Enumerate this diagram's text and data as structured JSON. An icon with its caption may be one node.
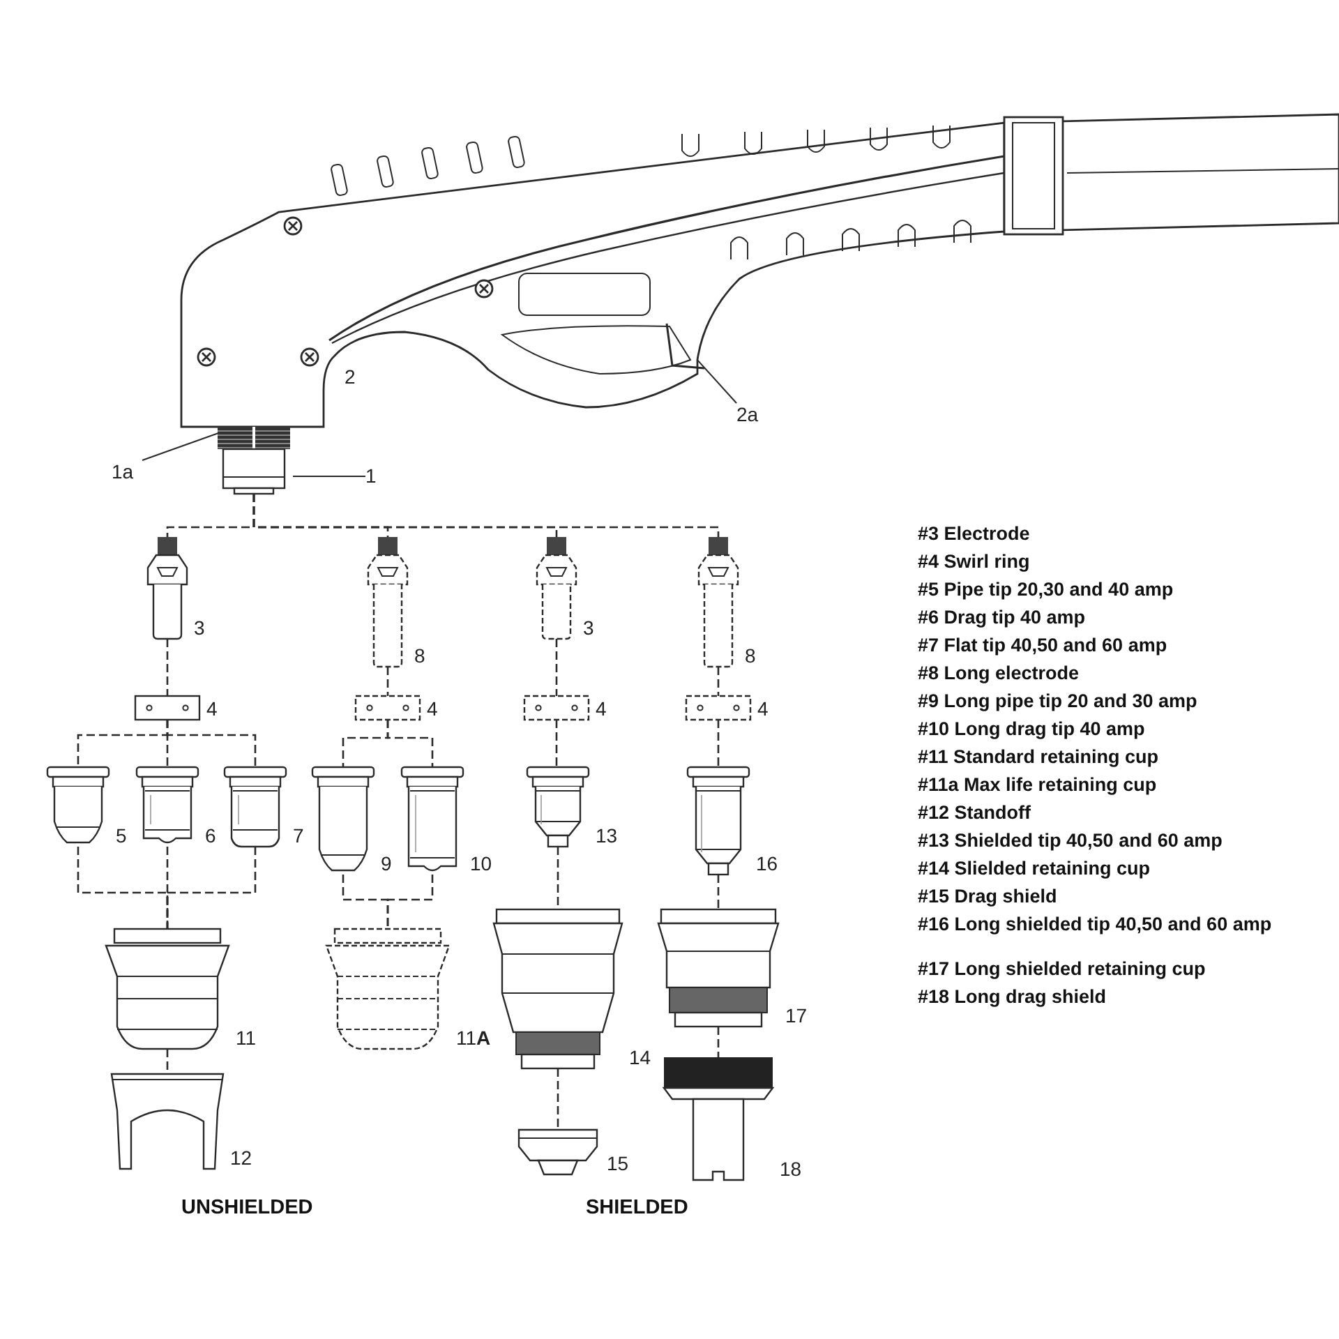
{
  "diagram": {
    "nodes": [
      {
        "text": [],
        "shape": "picture",
        "beside": [
          "2"
        ]
      },
      {
        "text": [
          "2a"
        ]
      },
      {
        "text": [
          "1a"
        ]
      },
      {
        "text": [],
        "shape": "picture"
      },
      {
        "text": [
          "1"
        ]
      },
      {
        "text": [],
        "shape": "picture",
        "beside": [
          "3"
        ]
      },
      {
        "text": [],
        "shape": "picture",
        "beside": [
          "8"
        ]
      },
      {
        "text": [],
        "shape": "picture",
        "beside": [
          "3"
        ]
      },
      {
        "text": [],
        "shape": "picture",
        "beside": [
          "8"
        ]
      },
      {
        "text": [],
        "shape": "picture",
        "beside": [
          "4"
        ]
      },
      {
        "text": [],
        "shape": "picture",
        "beside": [
          "4"
        ]
      },
      {
        "text": [],
        "shape": "picture",
        "beside": [
          "4"
        ]
      },
      {
        "text": [],
        "shape": "picture",
        "beside": [
          "4"
        ]
      },
      {
        "text": [],
        "shape": "picture",
        "beside": [
          "5"
        ]
      },
      {
        "text": [],
        "shape": "picture",
        "beside": [
          "6"
        ]
      },
      {
        "text": [],
        "shape": "picture",
        "beside": [
          "7"
        ]
      },
      {
        "text": [],
        "shape": "picture",
        "beside": [
          "9"
        ]
      },
      {
        "text": [],
        "shape": "picture",
        "beside": [
          "10"
        ]
      },
      {
        "text": [],
        "shape": "picture",
        "beside": [
          "13"
        ]
      },
      {
        "text": [],
        "shape": "picture",
        "beside": [
          "16"
        ]
      },
      {
        "text": [],
        "shape": "picture",
        "beside": [
          "11"
        ]
      },
      {
        "text": [],
        "shape": "picture",
        "beside": [
          "11**A**"
        ]
      },
      {
        "text": [],
        "shape": "picture",
        "beside": [
          "14"
        ]
      },
      {
        "text": [],
        "shape": "picture",
        "beside": [
          "17"
        ]
      },
      {
        "text": [],
        "shape": "picture",
        "beside": [
          "12"
        ]
      },
      {
        "text": [],
        "shape": "picture",
        "beside": [
          "15"
        ]
      },
      {
        "text": [],
        "shape": "picture",
        "beside": [
          "18"
        ]
      }
    ],
    "edges": [
      {
        "from": 1,
        "to": 0,
        "arrow": "none"
      },
      {
        "from": 2,
        "to": 3,
        "arrow": "none"
      },
      {
        "from": 4,
        "to": 3,
        "arrow": "none"
      },
      {
        "from": 3,
        "to": 5,
        "arrow": "none",
        "style": "dashed"
      },
      {
        "from": 3,
        "to": 6,
        "arrow": "none",
        "style": "dashed"
      },
      {
        "from": 3,
        "to": 7,
        "arrow": "none",
        "style": "dashed"
      },
      {
        "from": 3,
        "to": 8,
        "arrow": "none",
        "style": "dashed"
      },
      {
        "from": 5,
        "to": 9,
        "arrow": "none",
        "style": "dashed"
      },
      {
        "from": 6,
        "to": 10,
        "arrow": "none",
        "style": "dashed"
      },
      {
        "from": 7,
        "to": 11,
        "arrow": "none",
        "style": "dashed"
      },
      {
        "from": 8,
        "to": 12,
        "arrow": "none",
        "style": "dashed"
      },
      {
        "from": 9,
        "to": 13,
        "arrow": "none",
        "style": "dashed"
      },
      {
        "from": 9,
        "to": 14,
        "arrow": "none",
        "style": "dashed"
      },
      {
        "from": 9,
        "to": 15,
        "arrow": "none",
        "style": "dashed"
      },
      {
        "from": 10,
        "to": 16,
        "arrow": "none",
        "style": "dashed"
      },
      {
        "from": 10,
        "to": 17,
        "arrow": "none",
        "style": "dashed"
      },
      {
        "from": 11,
        "to": 18,
        "arrow": "none",
        "style": "dashed"
      },
      {
        "from": 12,
        "to": 19,
        "arrow": "none",
        "style": "dashed"
      },
      {
        "from": 13,
        "to": 20,
        "arrow": "none",
        "style": "dashed"
      },
      {
        "from": 14,
        "to": 20,
        "arrow": "none",
        "style": "dashed"
      },
      {
        "from": 15,
        "to": 20,
        "arrow": "none",
        "style": "dashed"
      },
      {
        "from": 16,
        "to": 21,
        "arrow": "none",
        "style": "dashed"
      },
      {
        "from": 17,
        "to": 21,
        "arrow": "none",
        "style": "dashed"
      },
      {
        "from": 18,
        "to": 22,
        "arrow": "none",
        "style": "dashed"
      },
      {
        "from": 19,
        "to": 23,
        "arrow": "none",
        "style": "dashed"
      },
      {
        "from": 20,
        "to": 24,
        "arrow": "none",
        "style": "dashed"
      },
      {
        "from": 22,
        "to": 25,
        "arrow": "none",
        "style": "dashed"
      },
      {
        "from": 23,
        "to": 26,
        "arrow": "none",
        "style": "dashed"
      }
    ],
    "labels": [
      "#3 Electrode",
      "#4 Swirl ring",
      "#5 Pipe tip 20,30 and 40 amp",
      "#6 Drag tip 40 amp",
      "#7 Flat tip 40,50 and 60 amp",
      "#8 Long electrode",
      "#9 Long pipe tip 20 and 30 amp",
      "#10 Long drag tip 40 amp",
      "#11 Standard retaining cup",
      "#11a Max life retaining cup",
      "#12 Standoff",
      "#13 Shielded tip 40,50 and 60 amp",
      "#14 Slielded retaining cup",
      "#15 Drag shield",
      "#16 Long shielded tip 40,50 and 60 amp",
      "#17 Long shielded retaining cup",
      "#18 Long drag shield",
      "UNSHIELDED",
      "SHIELDED"
    ]
  }
}
